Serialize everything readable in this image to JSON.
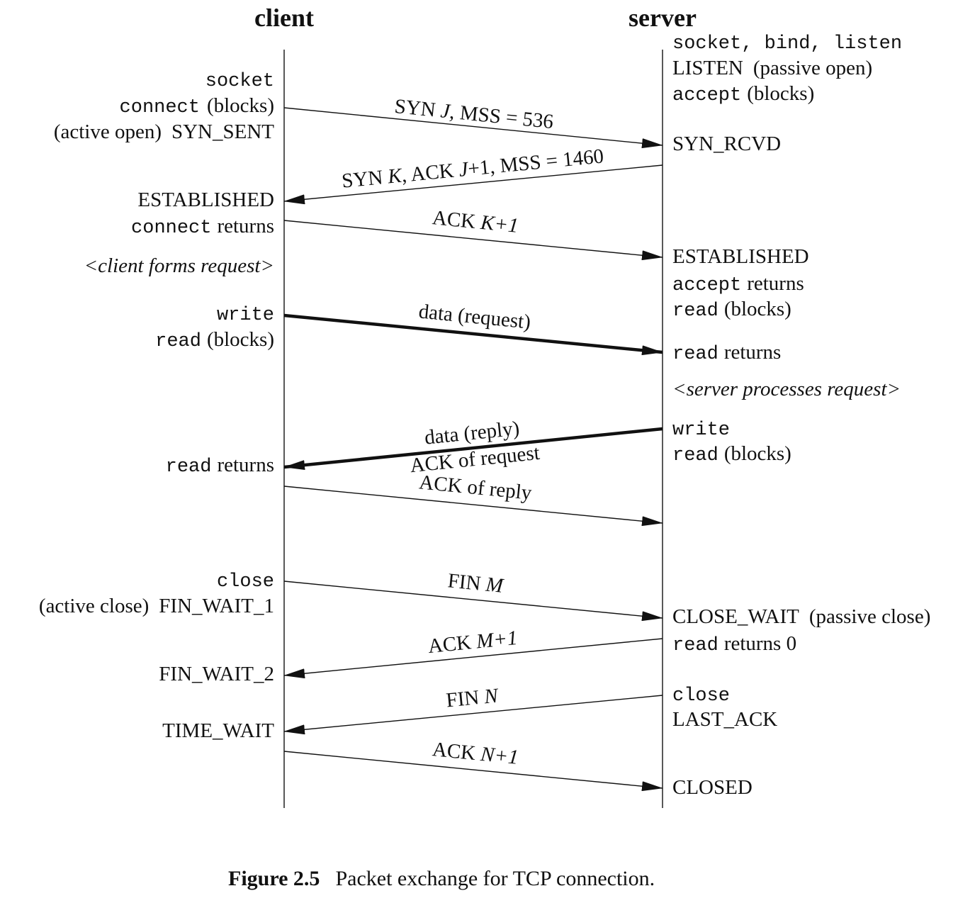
{
  "columns": {
    "client": "client",
    "server": "server"
  },
  "client_labels": {
    "socket": "socket",
    "connect_fn": "connect",
    "blocks": "(blocks)",
    "active_open": "(active open)",
    "syn_sent": "SYN_SENT",
    "established": "ESTABLISHED",
    "connect_ret_fn": "connect",
    "returns": "returns",
    "forms_request": "<client forms request>",
    "write": "write",
    "read_fn": "read",
    "read_blocks": "(blocks)",
    "read_ret_fn": "read",
    "read_returns": "returns",
    "close": "close",
    "active_close": "(active close)",
    "fin_wait_1": "FIN_WAIT_1",
    "fin_wait_2": "FIN_WAIT_2",
    "time_wait": "TIME_WAIT"
  },
  "server_labels": {
    "socket_bind_listen": "socket, bind, listen",
    "listen": "LISTEN",
    "passive_open": "(passive open)",
    "accept_fn": "accept",
    "accept_blocks": "(blocks)",
    "syn_rcvd": "SYN_RCVD",
    "established": "ESTABLISHED",
    "accept_ret_fn": "accept",
    "accept_returns": "returns",
    "read_fn": "read",
    "read_blocks": "(blocks)",
    "read_ret_fn": "read",
    "read_returns": "returns",
    "processes_request": "<server processes request>",
    "write": "write",
    "read2_fn": "read",
    "read2_blocks": "(blocks)",
    "close_wait": "CLOSE_WAIT",
    "passive_close": "(passive close)",
    "read3_fn": "read",
    "read3_returns": "returns 0",
    "close": "close",
    "last_ack": "LAST_ACK",
    "closed": "CLOSED"
  },
  "messages": {
    "syn_j": {
      "a": "SYN ",
      "b": "J",
      "c": ", MSS = 536"
    },
    "syn_k": {
      "a": "SYN ",
      "b": "K",
      "c": ", ACK ",
      "d": "J",
      "e": "+1, MSS = 1460"
    },
    "ack_k1": {
      "a": "ACK ",
      "b": "K+1"
    },
    "data_request": "data (request)",
    "data_reply": "data (reply)",
    "ack_of_request": "ACK of request",
    "ack_of_reply": "ACK of reply",
    "fin_m": {
      "a": "FIN ",
      "b": "M"
    },
    "ack_m1": {
      "a": "ACK ",
      "b": "M+1"
    },
    "fin_n": {
      "a": "FIN ",
      "b": "N"
    },
    "ack_n1": {
      "a": "ACK ",
      "b": "N+1"
    }
  },
  "caption": {
    "label": "Figure 2.5",
    "text": "Packet exchange for TCP connection."
  }
}
